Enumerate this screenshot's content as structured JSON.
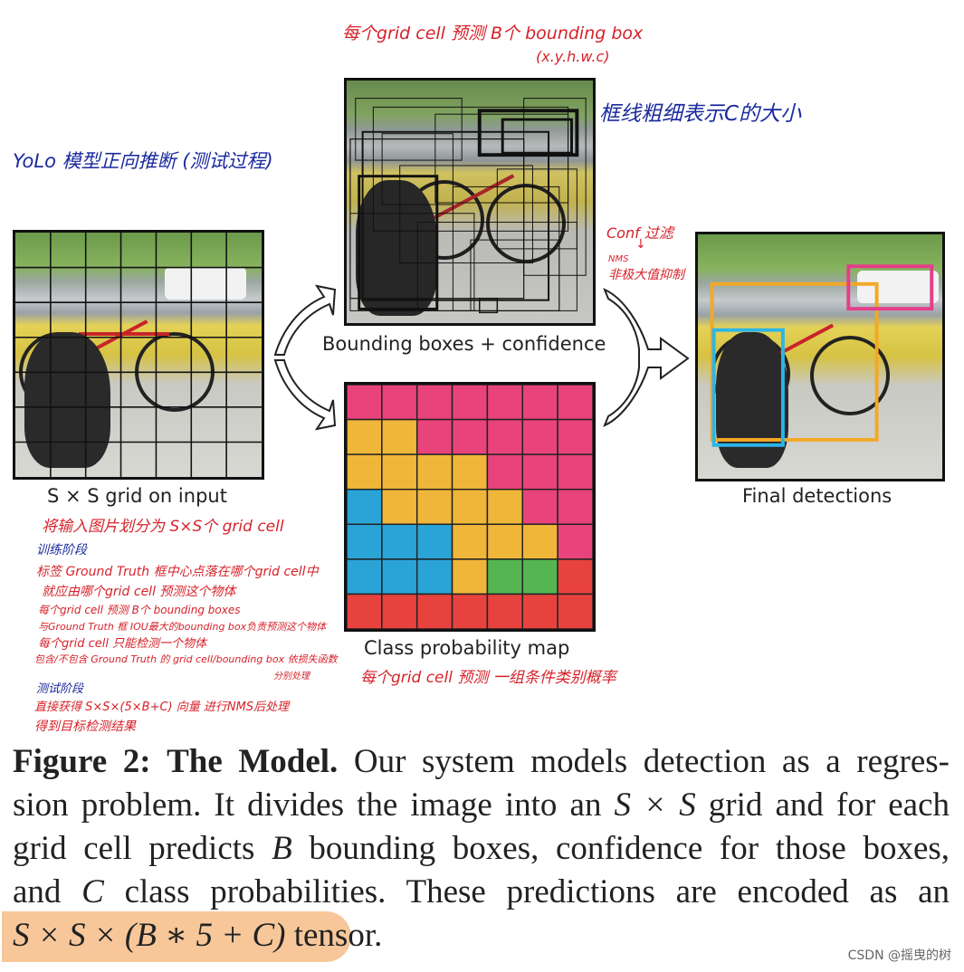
{
  "panels": {
    "input_label": "S × S grid on input",
    "bbox_label": "Bounding boxes + confidence",
    "class_label": "Class probability map",
    "final_label": "Final detections"
  },
  "annotations": {
    "top_red": "每个grid cell 预测 B个 bounding box",
    "top_red_sub": "(x.y.h.w.c)",
    "thickness_note": "框线粗细表示C的大小",
    "yolo_title": "YoLo 模型正向推断 (测试过程)",
    "conf_filter": "Conf 过滤",
    "arrow_down": "↓",
    "nms_small": "NMS",
    "nms": "非极大值抑制",
    "split_note": "将输入图片划分为 S×S个 grid cell",
    "class_note": "每个grid cell 预测 一组条件类别概率"
  },
  "notes": {
    "train_title": "训练阶段",
    "train_lines": [
      "标签 Ground Truth 框中心点落在哪个grid cell中",
      "就应由哪个grid cell 预测这个物体",
      "每个grid cell 预测 B个 bounding boxes",
      "与Ground Truth 框 IOU最大的bounding box负责预测这个物体",
      "每个grid cell 只能检测一个物体",
      "包含/不包含 Ground Truth 的 grid cell/bounding box 依损失函数",
      "分别处理"
    ],
    "test_title": "测试阶段",
    "test_lines": [
      "直接获得 S×S×(5×B+C) 向量 进行NMS后处理",
      "得到目标检测结果"
    ]
  },
  "caption": {
    "fig": "Figure 2:",
    "title": "The Model.",
    "line1_rest": "Our system models detection as a regres-",
    "line2": "sion problem. It divides the image into an",
    "line2_math": "S × S",
    "line2_rest": "grid and for each",
    "line3a": "grid cell predicts",
    "line3_math": "B",
    "line3b": "bounding boxes, confidence for those boxes,",
    "line4a": "and",
    "line4_math": "C",
    "line4b": "class probabilities.  These predictions are encoded as an",
    "line5_math": "S × S × (B ∗ 5 + C)",
    "line5b": "tensor."
  },
  "watermark": "CSDN @摇曳的树",
  "colors": {
    "magenta": "#e8437a",
    "yellow": "#f0b63a",
    "blue": "#2aa4d6",
    "green": "#55b551",
    "red": "#e8423f",
    "orange_box": "#f3a826",
    "pink_box": "#e53d8a",
    "cyan_box": "#2cb5e8",
    "highlight": "#f7c79a"
  },
  "class_map": [
    [
      "m",
      "m",
      "m",
      "m",
      "m",
      "m",
      "m"
    ],
    [
      "y",
      "y",
      "m",
      "m",
      "m",
      "m",
      "m"
    ],
    [
      "y",
      "y",
      "y",
      "y",
      "m",
      "m",
      "m"
    ],
    [
      "b",
      "y",
      "y",
      "y",
      "y",
      "m",
      "m"
    ],
    [
      "b",
      "b",
      "b",
      "y",
      "y",
      "y",
      "m"
    ],
    [
      "b",
      "b",
      "b",
      "y",
      "g",
      "g",
      "r"
    ],
    [
      "r",
      "r",
      "r",
      "r",
      "r",
      "r",
      "r"
    ]
  ]
}
